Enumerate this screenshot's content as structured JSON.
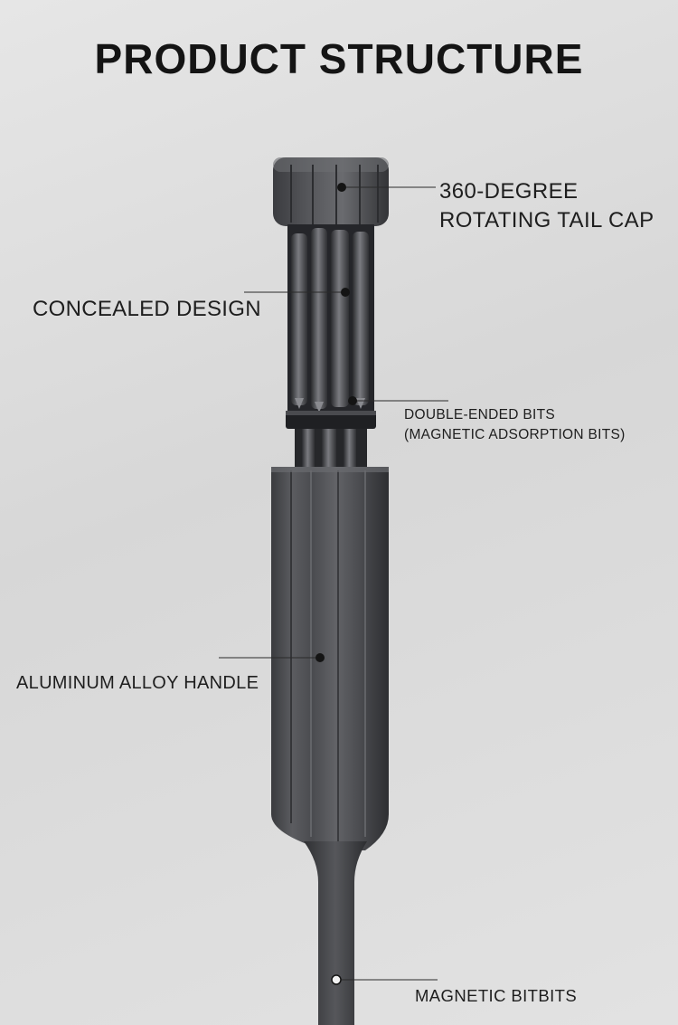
{
  "title": "PRODUCT STRUCTURE",
  "labels": {
    "tail_cap_line1": "360-DEGREE",
    "tail_cap_line2": "ROTATING TAIL CAP",
    "concealed": "CONCEALED DESIGN",
    "bits_line1": "DOUBLE-ENDED BITS",
    "bits_line2": "(MAGNETIC ADSORPTION BITS)",
    "handle": "ALUMINUM ALLOY HANDLE",
    "magnetic": "MAGNETIC BITBITS"
  }
}
